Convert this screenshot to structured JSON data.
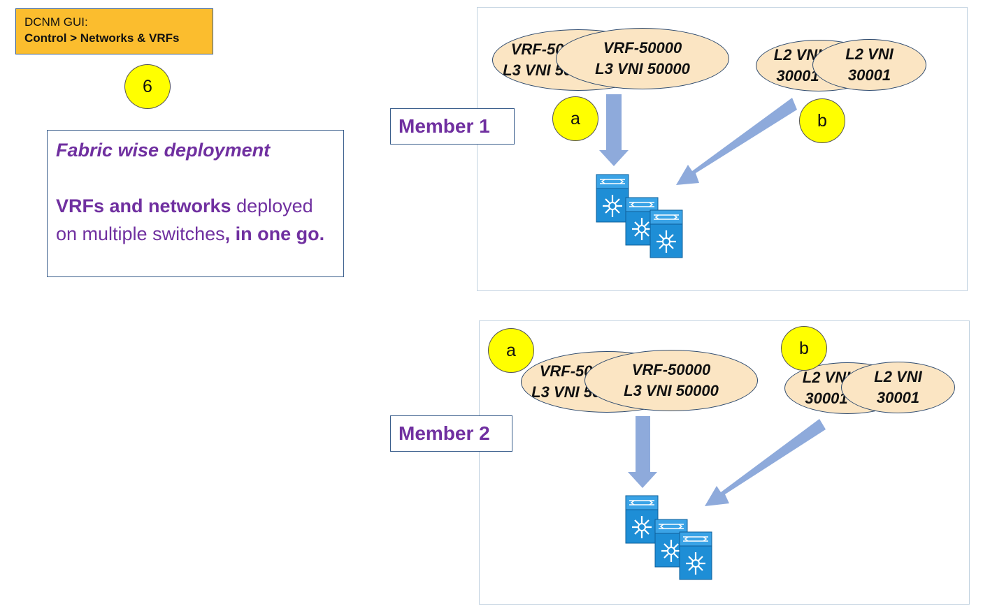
{
  "nav": {
    "line1": "DCNM GUI:",
    "line2": "Control > Networks & VRFs"
  },
  "step": "6",
  "description": {
    "title": "Fabric wise deployment",
    "bold1": "VRFs and networks",
    "text1": " deployed on multiple switches",
    "bold2": ", in one go."
  },
  "members": [
    {
      "label": "Member 1",
      "vrf_back": {
        "line1": "VRF-50000",
        "line2": "L3 VNI 50000"
      },
      "vrf_front": {
        "line1": "VRF-50000",
        "line2": "L3 VNI 50000"
      },
      "l2_back": {
        "line1": "L2 VNI",
        "line2": "30001"
      },
      "l2_front": {
        "line1": "L2 VNI",
        "line2": "30001"
      },
      "badge_a": "a",
      "badge_b": "b"
    },
    {
      "label": "Member 2",
      "vrf_back": {
        "line1": "VRF-50000",
        "line2": "L3 VNI 50000"
      },
      "vrf_front": {
        "line1": "VRF-50000",
        "line2": "L3 VNI 50000"
      },
      "l2_back": {
        "line1": "L2 VNI",
        "line2": "30001"
      },
      "l2_front": {
        "line1": "L2 VNI",
        "line2": "30001"
      },
      "badge_a": "a",
      "badge_b": "b"
    }
  ],
  "colors": {
    "arrow": "#8eaadb",
    "switch": "#1e8ed6",
    "ellipse_fill": "#fbe5c3",
    "label_text": "#7030a0",
    "badge": "#ffff00",
    "nav_fill": "#fbbd2e"
  },
  "icons": [
    "switch-stack-icon",
    "arrow-down-icon",
    "arrow-diagonal-icon"
  ]
}
